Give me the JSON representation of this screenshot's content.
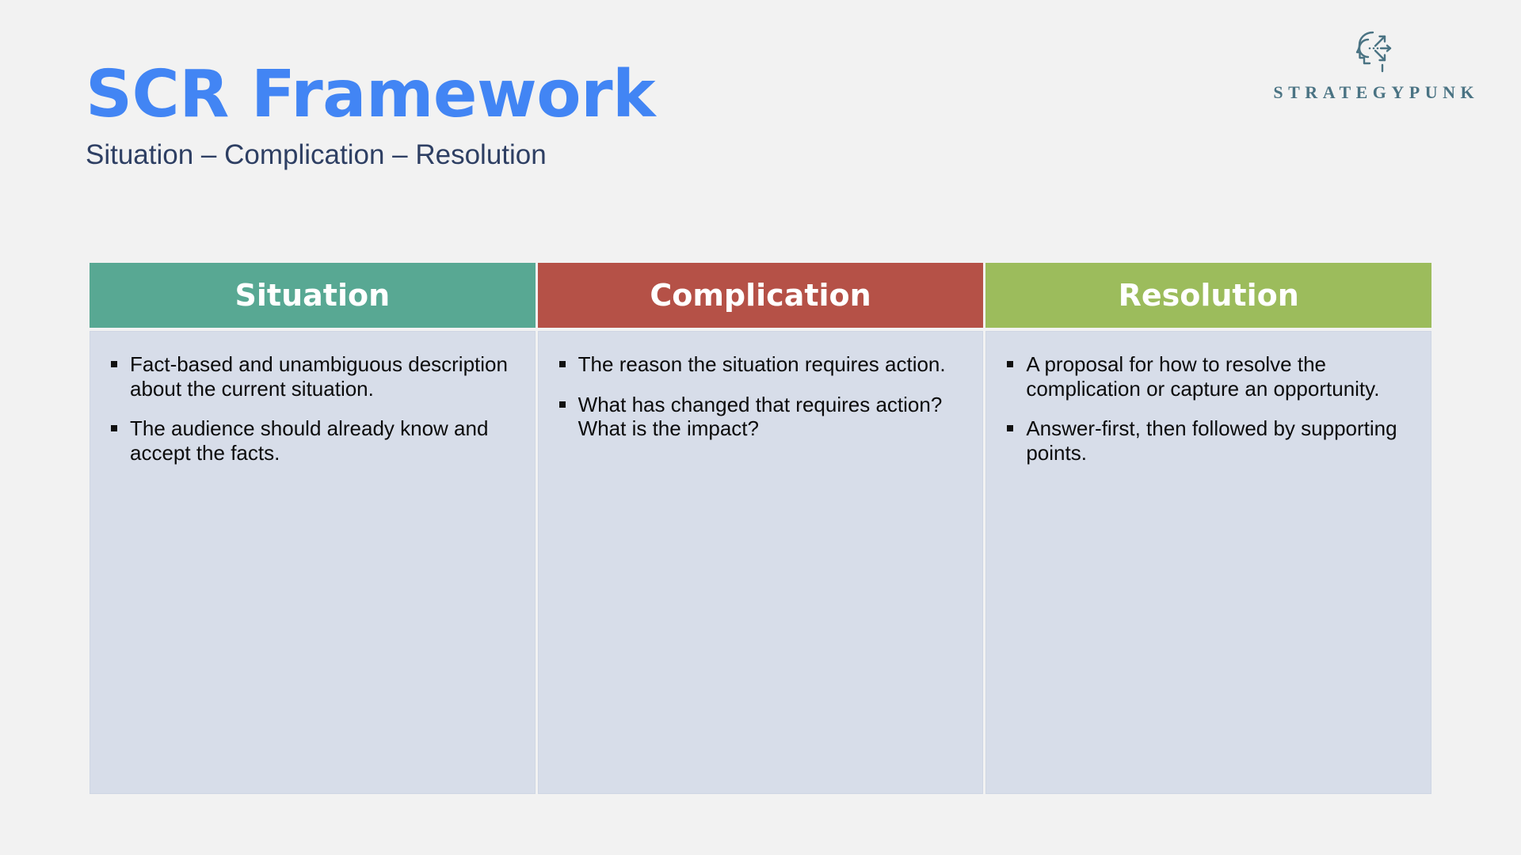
{
  "page": {
    "background_color": "#f2f2f2"
  },
  "header": {
    "title": "SCR Framework",
    "subtitle": "Situation – Complication – Resolution",
    "title_color": "#4285f4",
    "subtitle_color": "#2e3f63"
  },
  "brand": {
    "icon_name": "head-profile-arrows-icon",
    "wordmark": "STRATEGYPUNK",
    "color": "#4a7383"
  },
  "table": {
    "columns": [
      {
        "header": "Situation",
        "header_color": "#58a893",
        "body_color": "#d7dde9",
        "bullets": [
          "Fact-based and unambiguous description about the current situation.",
          "The audience should already know and accept the facts."
        ]
      },
      {
        "header": "Complication",
        "header_color": "#b55147",
        "body_color": "#d7dde9",
        "bullets": [
          "The reason the situation requires action.",
          "What has changed that requires action? What is the impact?"
        ]
      },
      {
        "header": "Resolution",
        "header_color": "#9cbc5c",
        "body_color": "#d7dde9",
        "bullets": [
          "A proposal for how to resolve the complication or capture an opportunity.",
          "Answer-first, then followed by supporting points."
        ]
      }
    ]
  }
}
